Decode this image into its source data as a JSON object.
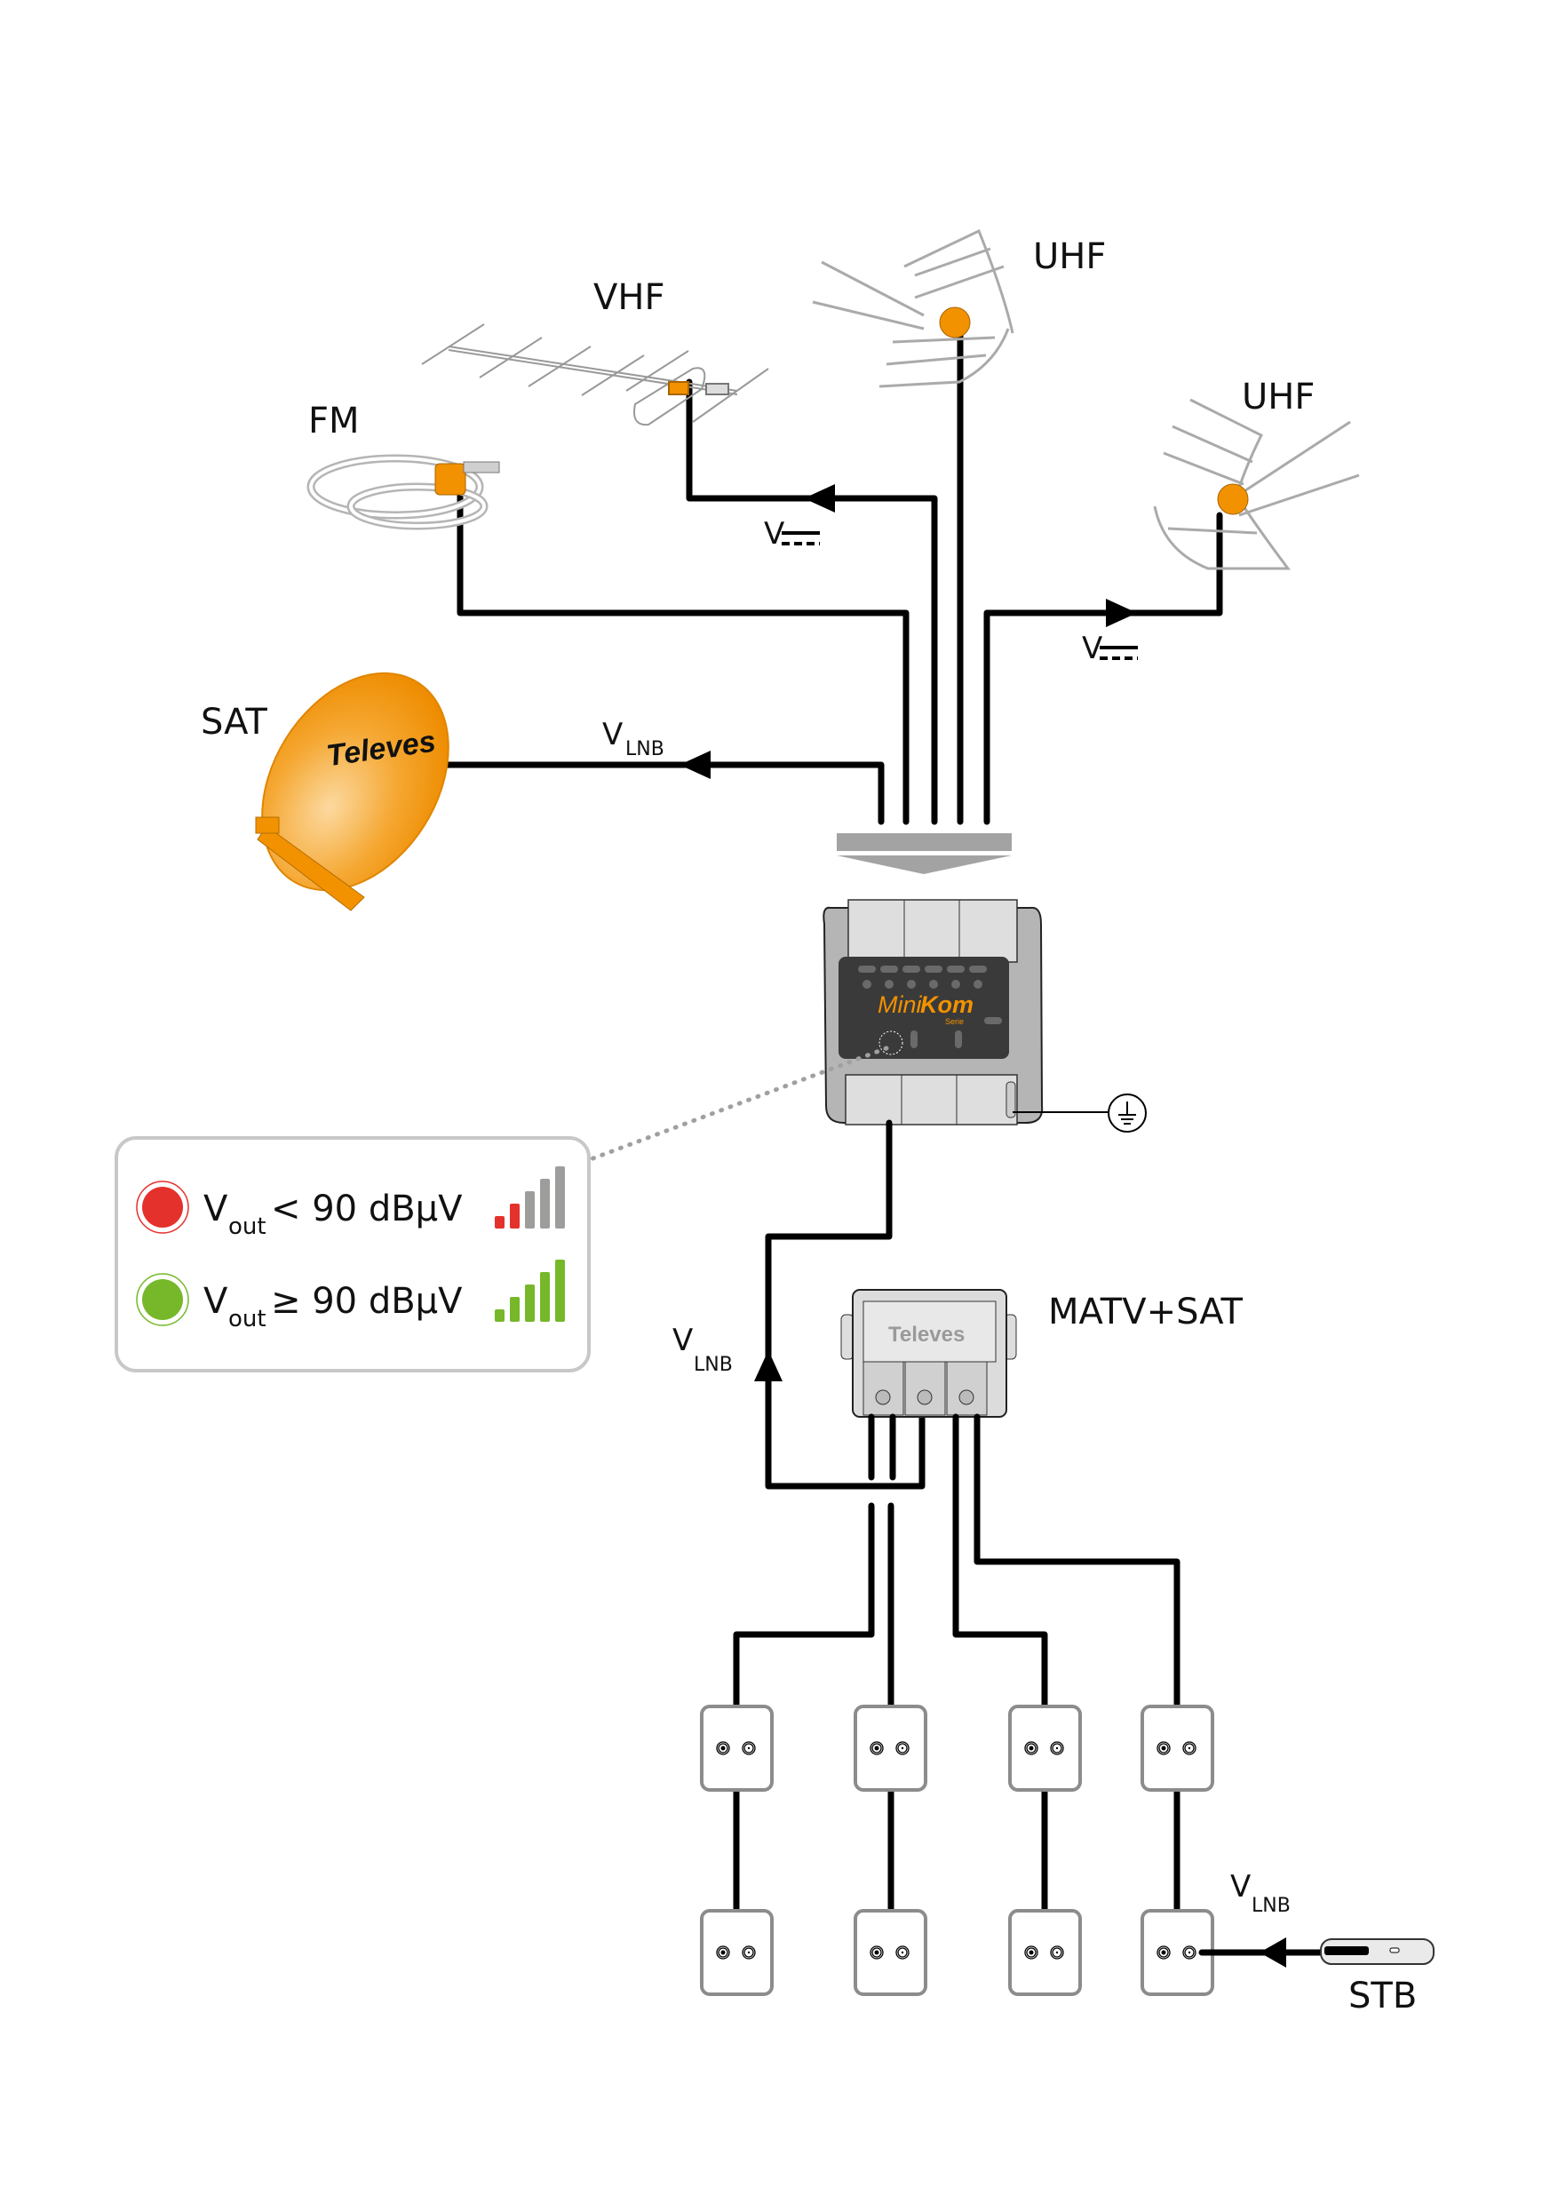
{
  "antennas": {
    "fm": {
      "label": "FM"
    },
    "vhf": {
      "label": "VHF"
    },
    "uhf_1": {
      "label": "UHF"
    },
    "uhf_2": {
      "label": "UHF"
    },
    "sat": {
      "label": "SAT",
      "brand": "Televes"
    }
  },
  "power_labels": {
    "vhf_power": {
      "symbol": "V",
      "type": "DC"
    },
    "uhf_power": {
      "symbol": "V",
      "type": "DC"
    },
    "sat_power": {
      "symbol": "V",
      "subscript": "LNB"
    },
    "output_power": {
      "symbol": "V",
      "subscript": "LNB"
    },
    "stb_power": {
      "symbol": "V",
      "subscript": "LNB"
    }
  },
  "headend": {
    "name_light": "Mini",
    "name_bold": "Kom",
    "series": "Serie"
  },
  "multiswitch": {
    "brand": "Televes",
    "label": "MATV+SAT"
  },
  "legend": {
    "items": [
      {
        "led_color": "#e4312b",
        "symbol": "V",
        "subscript": "out",
        "condition": "< 90 dBµV",
        "bars_active": 2,
        "bars_total": 5,
        "active_color": "#e4312b",
        "inactive_color": "#9d9d9c"
      },
      {
        "led_color": "#76b82a",
        "symbol": "V",
        "subscript": "out",
        "condition": "≥ 90 dBµV",
        "bars_active": 5,
        "bars_total": 5,
        "active_color": "#76b82a",
        "inactive_color": "#9d9d9c"
      }
    ]
  },
  "outlets": {
    "count": 8,
    "columns": 4,
    "rows": 2
  },
  "stb": {
    "label": "STB"
  },
  "icons": [
    "fm-antenna-icon",
    "vhf-yagi-antenna-icon",
    "uhf-antenna-icon",
    "satellite-dish-icon",
    "ground-icon",
    "wall-outlet-icon",
    "set-top-box-icon"
  ],
  "colors": {
    "accent_orange": "#f29200",
    "cable": "#000000",
    "device_grey": "#c8c8c8",
    "panel_dark": "#3a3a3a"
  }
}
